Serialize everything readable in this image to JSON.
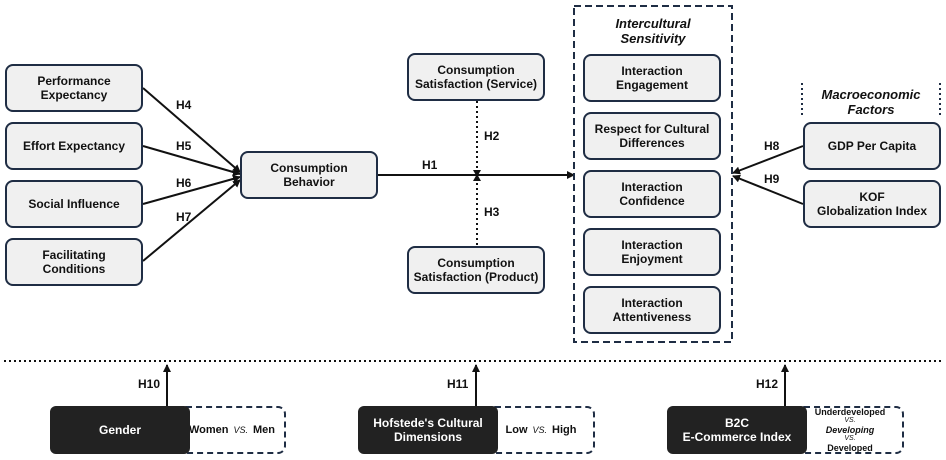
{
  "antecedents": [
    {
      "label": "Performance\nExpectancy",
      "hyp": "H4"
    },
    {
      "label": "Effort Expectancy",
      "hyp": "H5"
    },
    {
      "label": "Social Influence",
      "hyp": "H6"
    },
    {
      "label": "Facilitating\nConditions",
      "hyp": "H7"
    }
  ],
  "consumption_behavior": "Consumption\nBehavior",
  "satisfaction_service": "Consumption\nSatisfaction (Service)",
  "satisfaction_product": "Consumption\nSatisfaction (Product)",
  "h1": "H1",
  "h2": "H2",
  "h3": "H3",
  "sensitivity": {
    "title": "Intercultural\nSensitivity",
    "items": [
      "Interaction\nEngagement",
      "Respect for Cultural\nDifferences",
      "Interaction\nConfidence",
      "Interaction\nEnjoyment",
      "Interaction\nAttentiveness"
    ]
  },
  "macro": {
    "title": "Macroeconomic\nFactors",
    "items": [
      {
        "label": "GDP Per Capita",
        "hyp": "H8"
      },
      {
        "label": "KOF\nGlobalization Index",
        "hyp": "H9"
      }
    ]
  },
  "moderators": [
    {
      "hyp": "H10",
      "name": "Gender",
      "a": "Women",
      "vs": "VS.",
      "b": "Men"
    },
    {
      "hyp": "H11",
      "name": "Hofstede's Cultural\nDimensions",
      "a": "Low",
      "vs": "VS.",
      "b": "High"
    },
    {
      "hyp": "H12",
      "name": "B2C\nE-Commerce Index",
      "levels": [
        "Underdeveloped",
        "VS.",
        "Developing",
        "VS.",
        "Developed"
      ]
    }
  ]
}
